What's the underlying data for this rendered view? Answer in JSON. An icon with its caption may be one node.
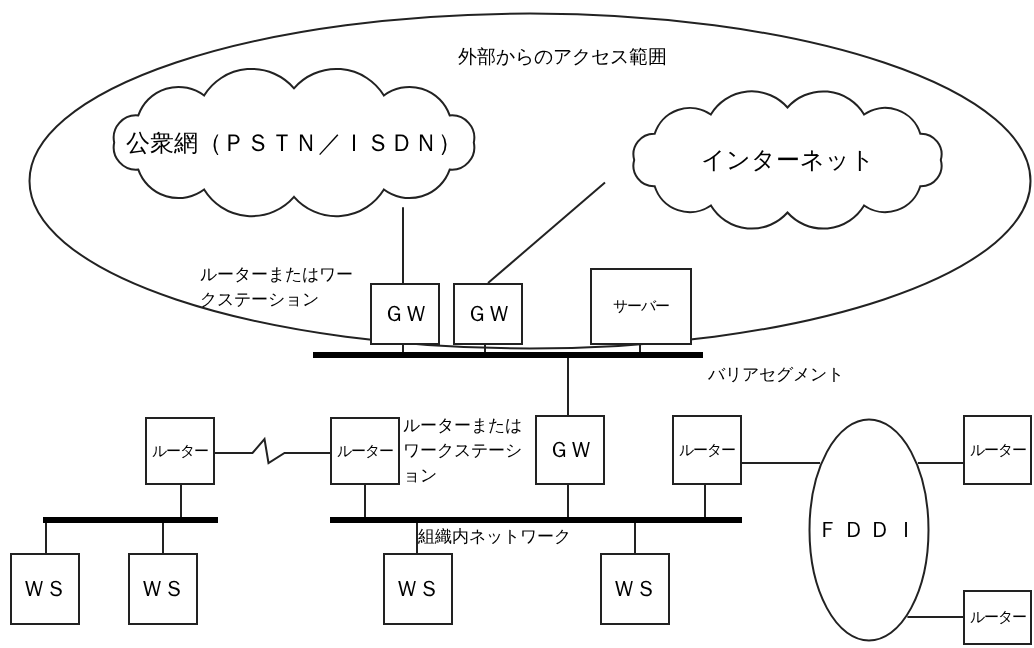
{
  "diagram": {
    "nodes": [
      {
        "text": [
          "外部からのアクセス範囲"
        ]
      },
      {
        "text": [
          "公衆網（ＰＳＴＮ／ＩＳＤＮ）"
        ],
        "in": 0
      },
      {
        "text": [
          "インターネット"
        ],
        "in": 0
      },
      {
        "text": [
          "ＧＷ"
        ],
        "in": 0,
        "beside": [
          "ルーターまたはワークステーション"
        ]
      },
      {
        "text": [
          "ＧＷ"
        ],
        "in": 0
      },
      {
        "text": [
          "サーバー"
        ],
        "in": 0
      },
      {
        "text": [],
        "shape": "bar",
        "beside": [
          "バリアセグメント"
        ]
      },
      {
        "text": [
          "ルーター"
        ]
      },
      {
        "text": [
          "ルーター"
        ],
        "beside": [
          "ルーターまたはワークステーション"
        ]
      },
      {
        "text": [
          "ＧＷ"
        ]
      },
      {
        "text": [
          "ルーター"
        ]
      },
      {
        "text": [
          "ＦＤＤＩ"
        ]
      },
      {
        "text": [
          "ルーター"
        ]
      },
      {
        "text": [
          "ルーター"
        ]
      },
      {
        "text": [],
        "shape": "bar"
      },
      {
        "text": [],
        "shape": "bar",
        "beside": [
          "組織内ネットワーク"
        ]
      },
      {
        "text": [
          "ＷＳ"
        ]
      },
      {
        "text": [
          "ＷＳ"
        ]
      },
      {
        "text": [
          "ＷＳ"
        ]
      },
      {
        "text": [
          "ＷＳ"
        ]
      }
    ],
    "edges": [
      {
        "from": 1,
        "to": 3,
        "arrow": "none"
      },
      {
        "from": 2,
        "to": 4,
        "arrow": "none"
      },
      {
        "from": 3,
        "to": 6,
        "arrow": "none"
      },
      {
        "from": 4,
        "to": 6,
        "arrow": "none"
      },
      {
        "from": 5,
        "to": 6,
        "arrow": "none"
      },
      {
        "from": 6,
        "to": 9,
        "arrow": "none"
      },
      {
        "from": 7,
        "to": 8,
        "arrow": "none"
      },
      {
        "from": 7,
        "to": 14,
        "arrow": "none"
      },
      {
        "from": 8,
        "to": 15,
        "arrow": "none"
      },
      {
        "from": 9,
        "to": 15,
        "arrow": "none"
      },
      {
        "from": 10,
        "to": 15,
        "arrow": "none"
      },
      {
        "from": 10,
        "to": 11,
        "arrow": "none"
      },
      {
        "from": 11,
        "to": 12,
        "arrow": "none"
      },
      {
        "from": 11,
        "to": 13,
        "arrow": "none"
      },
      {
        "from": 14,
        "to": 16,
        "arrow": "none"
      },
      {
        "from": 14,
        "to": 17,
        "arrow": "none"
      },
      {
        "from": 15,
        "to": 18,
        "arrow": "none"
      },
      {
        "from": 15,
        "to": 19,
        "arrow": "none"
      }
    ]
  }
}
